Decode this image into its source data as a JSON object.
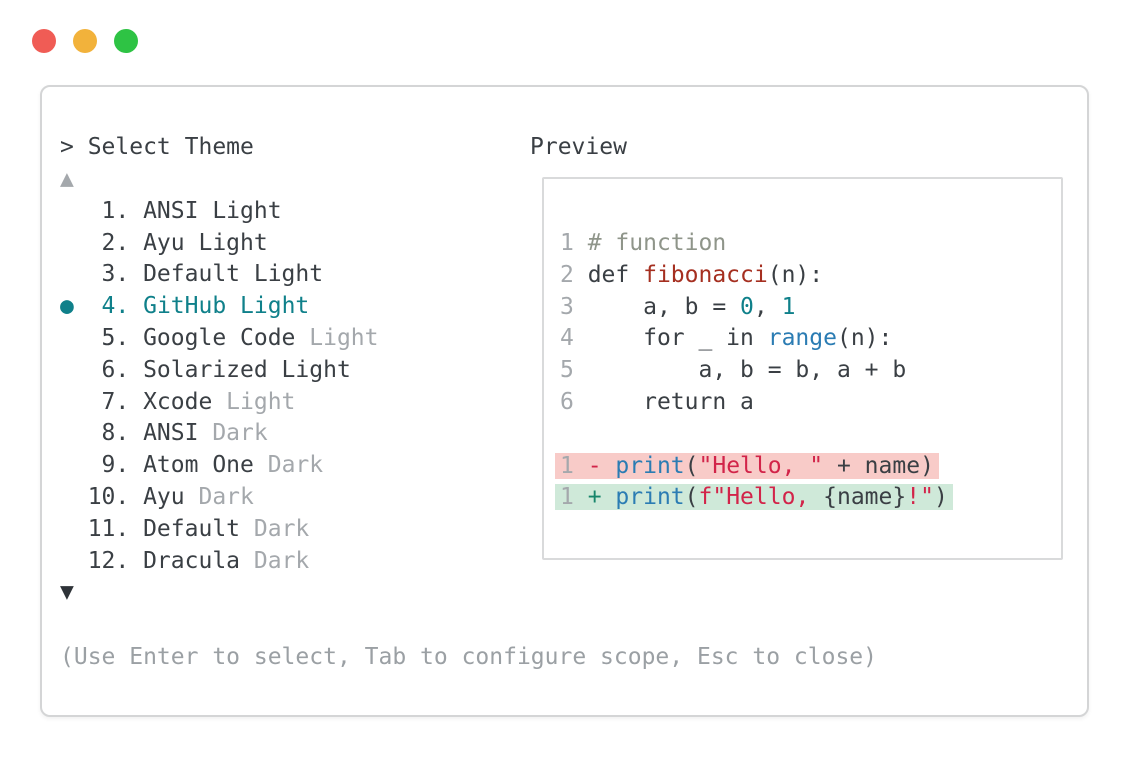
{
  "colors": {
    "dark": "#3a3f44",
    "darker": "#2e3338",
    "gray": "#a4a8ac",
    "teal": "#0f808a",
    "comment": "#8f958a",
    "brick": "#a52f20",
    "blue": "#2b7cb3",
    "crimson": "#d22449",
    "green": "#17856b",
    "hint": "#9ba0a4",
    "diff-red-bg": "#f8cbc8",
    "diff-green-bg": "#cfe9d9",
    "window-border": "#d4d5d6",
    "panel-border": "#d9dadb",
    "light-red": "#f05c55",
    "light-yellow": "#f2b23b",
    "light-green": "#2ec344"
  },
  "window_controls": {
    "close": "close-button",
    "minimize": "minimize-button",
    "zoom": "zoom-button"
  },
  "theme_picker": {
    "prompt": "> Select Theme",
    "selected_theme": "GitHub Light",
    "selected_index": 4,
    "hint": "(Use Enter to select, Tab to configure scope, Esc to close)",
    "lines": [
      {
        "name": "scroll-up",
        "interactable": true,
        "segs": [
          {
            "t": "▲",
            "c": "gray",
            "name": "scroll-up-icon"
          }
        ]
      },
      {
        "name": "theme-option-1",
        "interactable": true,
        "segs": [
          {
            "t": "   1. ANSI Light",
            "c": "dark"
          }
        ]
      },
      {
        "name": "theme-option-2",
        "interactable": true,
        "segs": [
          {
            "t": "   2. Ayu Light",
            "c": "dark"
          }
        ]
      },
      {
        "name": "theme-option-3",
        "interactable": true,
        "segs": [
          {
            "t": "   3. Default Light",
            "c": "dark"
          }
        ]
      },
      {
        "name": "theme-option-4",
        "interactable": true,
        "segs": [
          {
            "t": "●",
            "c": "teal",
            "name": "selected-bullet-icon"
          },
          {
            "t": "  4. GitHub Light",
            "c": "teal"
          }
        ]
      },
      {
        "name": "theme-option-5",
        "interactable": true,
        "segs": [
          {
            "t": "   5. Google Code ",
            "c": "dark"
          },
          {
            "t": "Light",
            "c": "gray"
          }
        ]
      },
      {
        "name": "theme-option-6",
        "interactable": true,
        "segs": [
          {
            "t": "   6. Solarized Light",
            "c": "dark"
          }
        ]
      },
      {
        "name": "theme-option-7",
        "interactable": true,
        "segs": [
          {
            "t": "   7. Xcode ",
            "c": "dark"
          },
          {
            "t": "Light",
            "c": "gray"
          }
        ]
      },
      {
        "name": "theme-option-8",
        "interactable": true,
        "segs": [
          {
            "t": "   8. ANSI ",
            "c": "dark"
          },
          {
            "t": "Dark",
            "c": "gray"
          }
        ]
      },
      {
        "name": "theme-option-9",
        "interactable": true,
        "segs": [
          {
            "t": "   9. Atom One ",
            "c": "dark"
          },
          {
            "t": "Dark",
            "c": "gray"
          }
        ]
      },
      {
        "name": "theme-option-10",
        "interactable": true,
        "segs": [
          {
            "t": "  10. Ayu ",
            "c": "dark"
          },
          {
            "t": "Dark",
            "c": "gray"
          }
        ]
      },
      {
        "name": "theme-option-11",
        "interactable": true,
        "segs": [
          {
            "t": "  11. Default ",
            "c": "dark"
          },
          {
            "t": "Dark",
            "c": "gray"
          }
        ]
      },
      {
        "name": "theme-option-12",
        "interactable": true,
        "segs": [
          {
            "t": "  12. Dracula ",
            "c": "dark"
          },
          {
            "t": "Dark",
            "c": "gray"
          }
        ]
      },
      {
        "name": "scroll-down",
        "interactable": true,
        "segs": [
          {
            "t": "▼",
            "c": "darker",
            "name": "scroll-down-icon"
          }
        ]
      }
    ]
  },
  "preview": {
    "label": "Preview",
    "code_lines": [
      {
        "name": "code-line-1",
        "interactable": false,
        "segs": [
          {
            "t": "1 ",
            "c": "gray"
          },
          {
            "t": "# function",
            "c": "comment"
          }
        ]
      },
      {
        "name": "code-line-2",
        "interactable": false,
        "segs": [
          {
            "t": "2 ",
            "c": "gray"
          },
          {
            "t": "def ",
            "c": "dark"
          },
          {
            "t": "fibonacci",
            "c": "brick"
          },
          {
            "t": "(n):",
            "c": "dark"
          }
        ]
      },
      {
        "name": "code-line-3",
        "interactable": false,
        "segs": [
          {
            "t": "3 ",
            "c": "gray"
          },
          {
            "t": "    a, b = ",
            "c": "dark"
          },
          {
            "t": "0",
            "c": "teal"
          },
          {
            "t": ", ",
            "c": "dark"
          },
          {
            "t": "1",
            "c": "teal"
          }
        ]
      },
      {
        "name": "code-line-4",
        "interactable": false,
        "segs": [
          {
            "t": "4 ",
            "c": "gray"
          },
          {
            "t": "    for _ in ",
            "c": "dark"
          },
          {
            "t": "range",
            "c": "blue"
          },
          {
            "t": "(n):",
            "c": "dark"
          }
        ]
      },
      {
        "name": "code-line-5",
        "interactable": false,
        "segs": [
          {
            "t": "5 ",
            "c": "gray"
          },
          {
            "t": "        a, b = b, a + b",
            "c": "dark"
          }
        ]
      },
      {
        "name": "code-line-6",
        "interactable": false,
        "segs": [
          {
            "t": "6 ",
            "c": "gray"
          },
          {
            "t": "    return a",
            "c": "dark"
          }
        ]
      },
      {
        "name": "code-line-blank",
        "interactable": false,
        "segs": []
      },
      {
        "name": "diff-removed-line",
        "interactable": false,
        "bg": "red",
        "segs": [
          {
            "t": "1 ",
            "c": "gray"
          },
          {
            "t": "- ",
            "c": "crimson",
            "name": "diff-minus-icon"
          },
          {
            "t": "print",
            "c": "blue"
          },
          {
            "t": "(",
            "c": "dark"
          },
          {
            "t": "\"Hello, \"",
            "c": "crimson"
          },
          {
            "t": " + name)",
            "c": "dark"
          }
        ]
      },
      {
        "name": "diff-added-line",
        "interactable": false,
        "bg": "green",
        "segs": [
          {
            "t": "1 ",
            "c": "gray"
          },
          {
            "t": "+ ",
            "c": "green",
            "name": "diff-plus-icon"
          },
          {
            "t": "print",
            "c": "blue"
          },
          {
            "t": "(",
            "c": "dark"
          },
          {
            "t": "f\"Hello, ",
            "c": "crimson"
          },
          {
            "t": "{name}",
            "c": "dark"
          },
          {
            "t": "!\"",
            "c": "crimson"
          },
          {
            "t": ")",
            "c": "dark"
          }
        ]
      }
    ]
  }
}
